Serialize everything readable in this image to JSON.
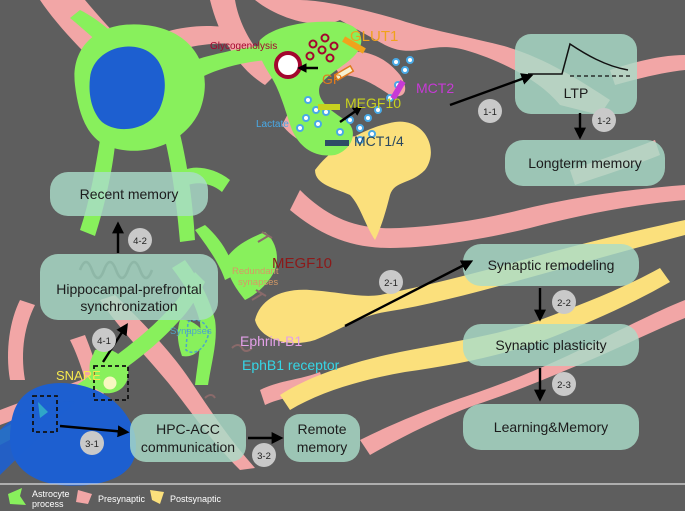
{
  "boxes": {
    "ltp": "LTP",
    "longterm_memory": "Longterm memory",
    "recent_memory": "Recent memory",
    "hpc_sync_line1": "Hippocampal-prefrontal",
    "hpc_sync_line2": "synchronization",
    "synaptic_remodeling": "Synaptic remodeling",
    "synaptic_plasticity": "Synaptic plasticity",
    "learning_memory": "Learning&Memory",
    "hpc_acc_line1": "HPC-ACC",
    "hpc_acc_line2": "communication",
    "remote_memory_line1": "Remote",
    "remote_memory_line2": "memory"
  },
  "steps": {
    "s1_1": "1-1",
    "s1_2": "1-2",
    "s2_1": "2-1",
    "s2_2": "2-2",
    "s2_3": "2-3",
    "s3_1": "3-1",
    "s3_2": "3-2",
    "s4_1": "4-1",
    "s4_2": "4-2"
  },
  "labels": {
    "glycogenolysis": "Glycogenolysis",
    "glut1": "GLUT1",
    "gp": "GP",
    "mct2": "MCT2",
    "megf10_top": "MEGF10",
    "lactate": "Lactate",
    "mct14": "MCT1/4",
    "megf10_mid": "MEGF10",
    "redundant_line1": "Redundant",
    "redundant_line2": "synapses",
    "synapses": "Synapses",
    "ephrin_b1": "Ephrin-B1",
    "ephb1_receptor": "EphB1 receptor",
    "snare": "SNARE"
  },
  "legend": {
    "astrocyte_line1": "Astrocyte",
    "astrocyte_line2": "process",
    "presynaptic": "Presynaptic",
    "postsynaptic": "Postsynaptic"
  },
  "colors": {
    "background": "#5e5e5e",
    "astrocyte": "#88f05c",
    "presynaptic": "#f2a6a6",
    "postsynaptic": "#fbe07c",
    "nucleus": "#1d5fd0",
    "box": "#a9dcc8",
    "step_circle": "#c9c9c9",
    "glycogenolysis_label": "#a3062e",
    "glut1_label": "#f0a21c",
    "gp_label": "#e07b1d",
    "mct2_label": "#c73ad6",
    "megf10_label": "#c8d11f",
    "lactate_label": "#49a9e6",
    "ephrin_label": "#e3a0e8",
    "ephb1_label": "#35d6e6",
    "snare_label": "#f7e94e"
  }
}
